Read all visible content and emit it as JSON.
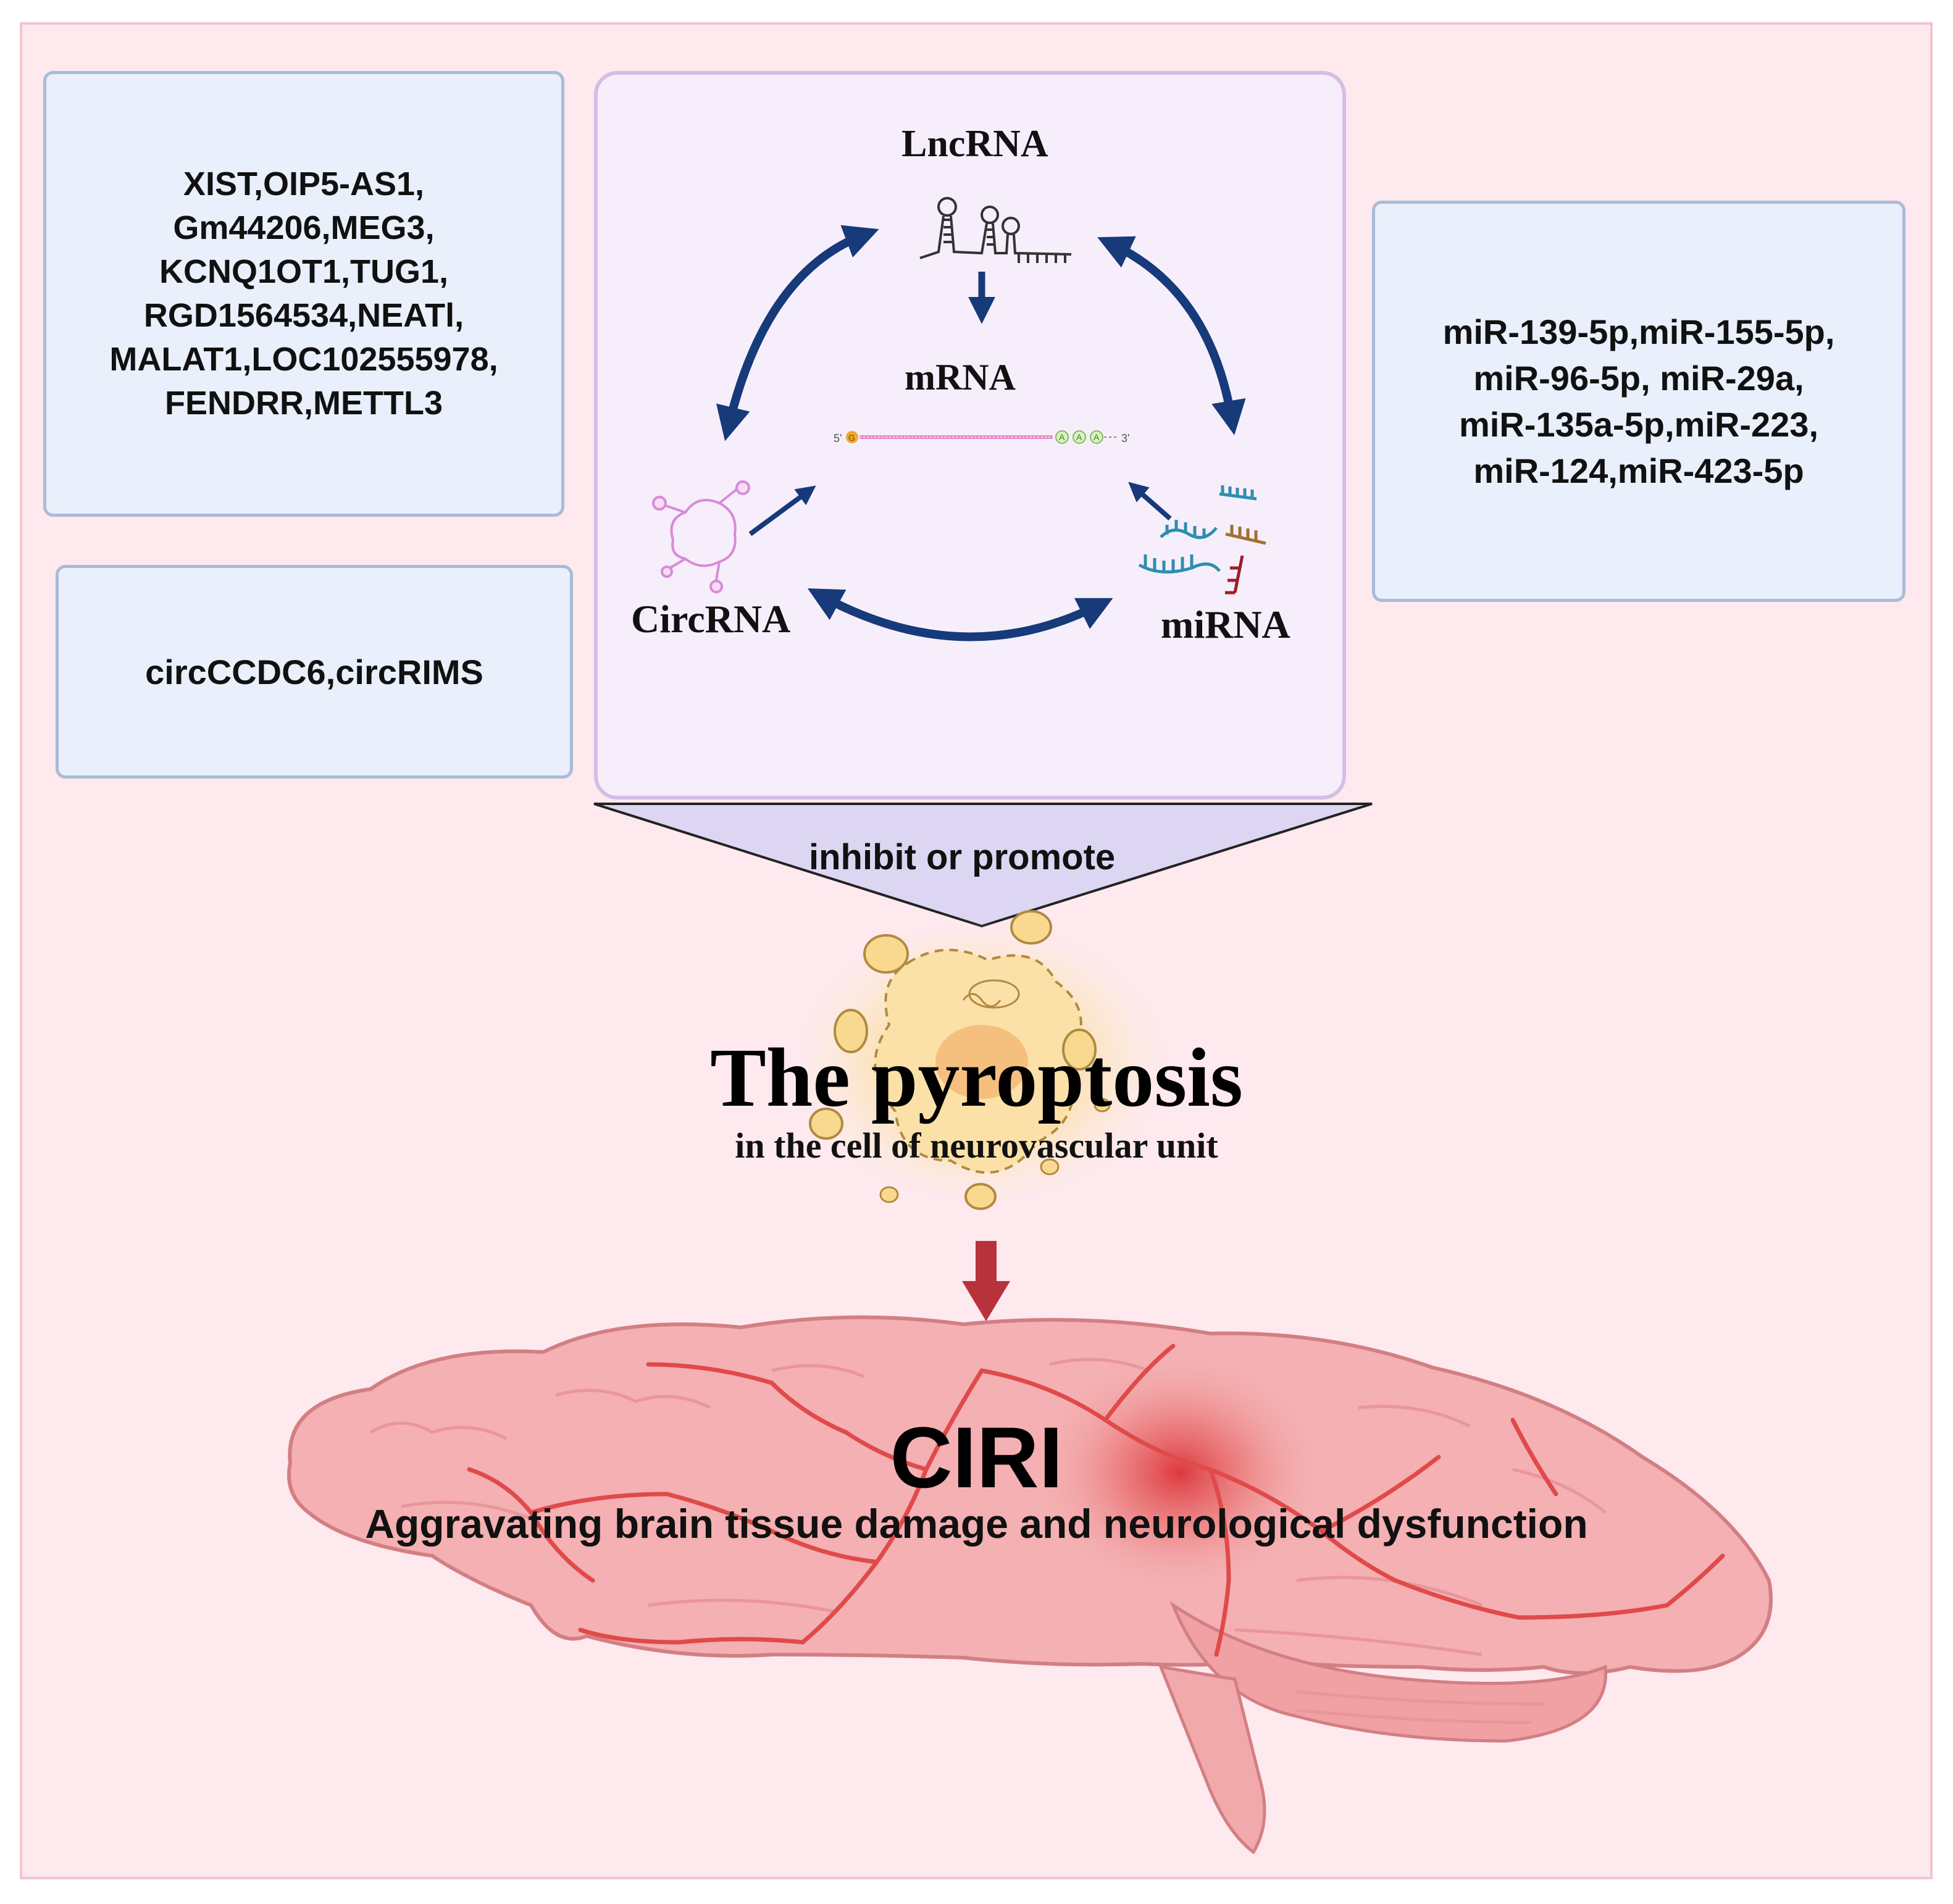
{
  "lncrna_box": {
    "lines": [
      "XIST,OIP5-AS1,",
      "Gm44206,MEG3,",
      "KCNQ1OT1,TUG1,",
      "RGD1564534,NEATl,",
      "MALAT1,LOC102555978,",
      "FENDRR,METTL3"
    ]
  },
  "circrna_box": {
    "lines": [
      "circCCDC6,circRIMS"
    ]
  },
  "mirna_box": {
    "lines": [
      "miR-139-5p,miR-155-5p,",
      "miR-96-5p, miR-29a,",
      "miR-135a-5p,miR-223,",
      "miR-124,miR-423-5p"
    ]
  },
  "cycle": {
    "lncrna": "LncRNA",
    "mrna": "mRNA",
    "circrna": "CircRNA",
    "mirna": "miRNA",
    "mrna_5prime": "5'",
    "mrna_3prime": "3'",
    "mrna_cap": "G",
    "mrna_tail": "A"
  },
  "funnel": {
    "label": "inhibit or promote"
  },
  "pyroptosis": {
    "title": "The pyroptosis",
    "subtitle": "in  the cell of neurovascular unit"
  },
  "brain": {
    "title": "CIRI",
    "subtitle": "Aggravating brain tissue damage and neurological dysfunction"
  },
  "colors": {
    "background": "#fde9ee",
    "box_fill": "#e9f0fb",
    "box_border": "#a9bbd8",
    "panel_fill": "#f7eefb",
    "panel_border": "#d4bde6",
    "cycle_arrow": "#163a7a",
    "down_arrow": "#b8323c",
    "brain": "#f2a9ac",
    "vessel": "#e04a4a"
  }
}
